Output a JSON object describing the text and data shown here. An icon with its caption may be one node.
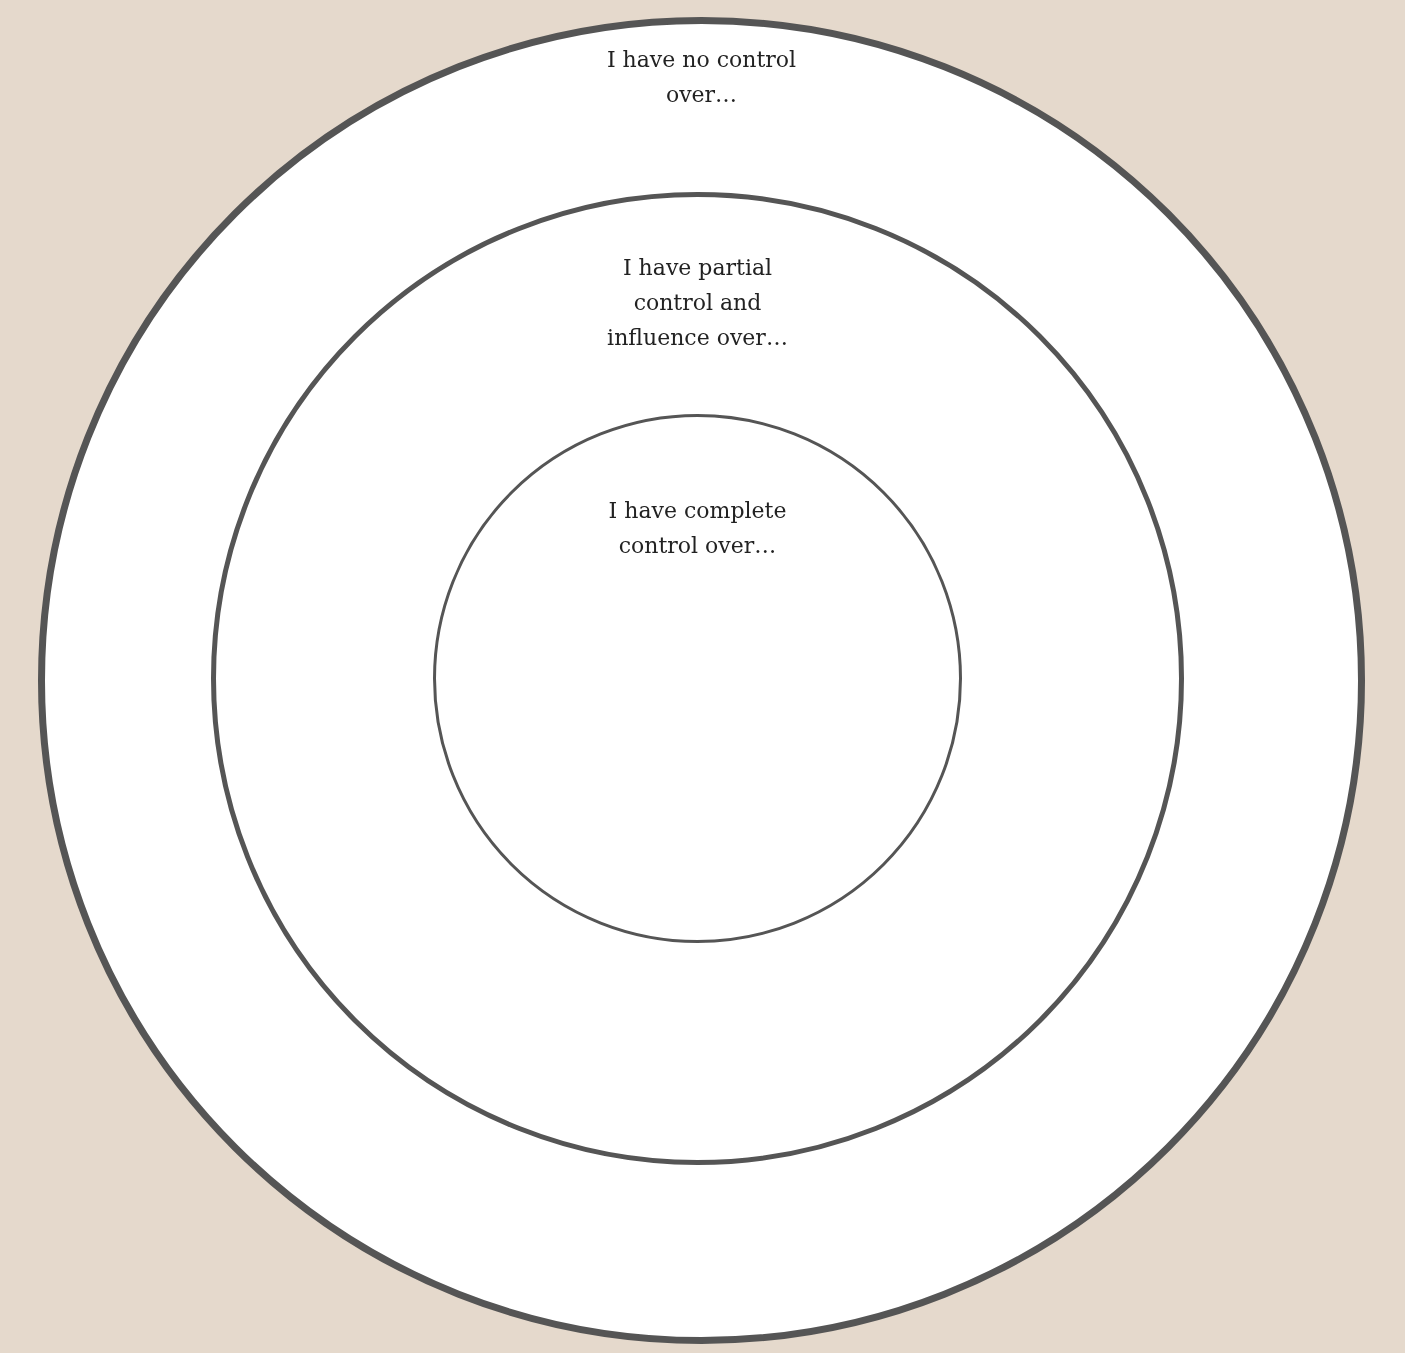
{
  "diagram": {
    "nodes": [
      {
        "text": [
          "I have no control over…"
        ]
      },
      {
        "text": [
          "I have partial control and influence over…"
        ],
        "in": 0
      },
      {
        "text": [
          "I have complete control over…"
        ],
        "in": 1
      }
    ]
  }
}
